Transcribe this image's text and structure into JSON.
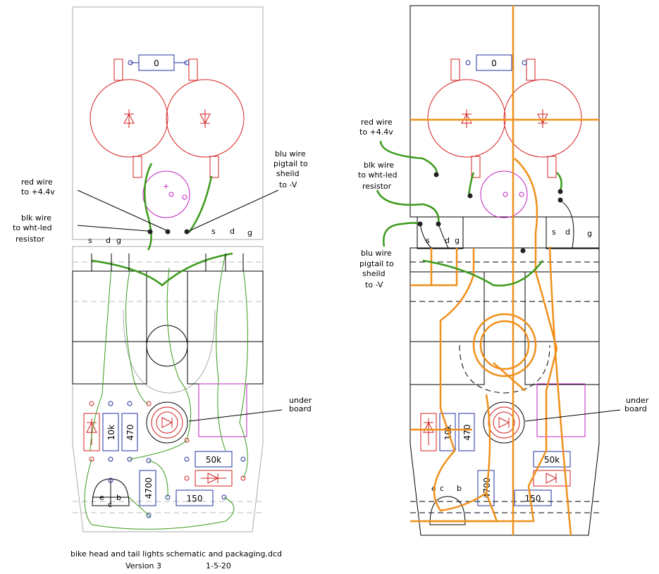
{
  "title": "bike head and tail lights schematic and packaging.dcd",
  "version": "Version 3",
  "date": "1-5-20",
  "labels": {
    "red_wire_1": "red wire",
    "red_wire_2": "to +4.4v",
    "blk_wire_1": "blk wire",
    "blk_wire_2": "to wht-led",
    "blk_wire_3": "resistor",
    "blu_wire_1": "blu wire",
    "blu_wire_2": "pigtail to",
    "blu_wire_3": "sheild",
    "blu_wire_4": "to -V",
    "under_1": "under",
    "under_2": "board",
    "s": "s",
    "d": "d",
    "g": "g",
    "plus": "+"
  },
  "components": {
    "r0": "0",
    "r10k": "10k",
    "r470": "470",
    "r4700": "4700",
    "r150": "150",
    "r50k": "50k",
    "e": "e",
    "c": "c",
    "b": "b"
  },
  "colors": {
    "wire": "#3a9a1a",
    "component": "#d42020",
    "resistor": "#2030a0",
    "outline": "#f0901a",
    "ic": "#c020c0"
  }
}
